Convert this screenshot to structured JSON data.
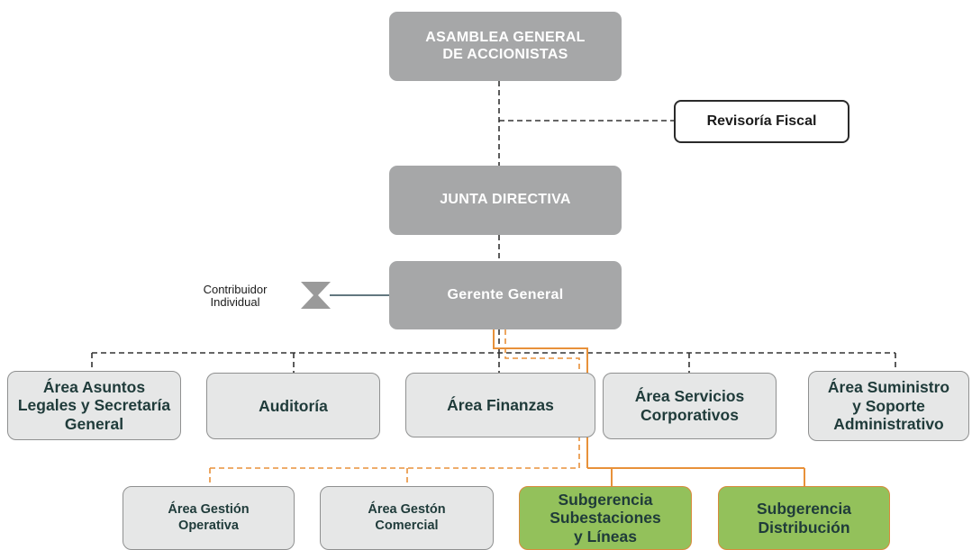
{
  "diagram": {
    "asamblea": "ASAMBLEA GENERAL\nDE ACCIONISTAS",
    "revisoria": "Revisoría Fiscal",
    "junta": "JUNTA DIRECTIVA",
    "gerente": "Gerente General",
    "contribuidor": "Contribuidor\nIndividual",
    "areas": [
      "Área Asuntos\nLegales y Secretaría\nGeneral",
      "Auditoría",
      "Área Finanzas",
      "Área Servicios\nCorporativos",
      "Área Suministro\ny Soporte\nAdministrativo"
    ],
    "bottom": [
      "Área Gestión\nOperativa",
      "Área Gestón\nComercial",
      "Subgerencia\nSubestaciones\ny Líneas",
      "Subgerencia\nDistribución"
    ],
    "colors": {
      "top_box": "#a6a7a8",
      "area_box": "#e6e7e7",
      "green_box": "#93c15b",
      "orange_line": "#e8913a",
      "dashed_line": "#333333",
      "hourglass": "#9a9a9a",
      "solid_link": "#2f4a55"
    }
  }
}
